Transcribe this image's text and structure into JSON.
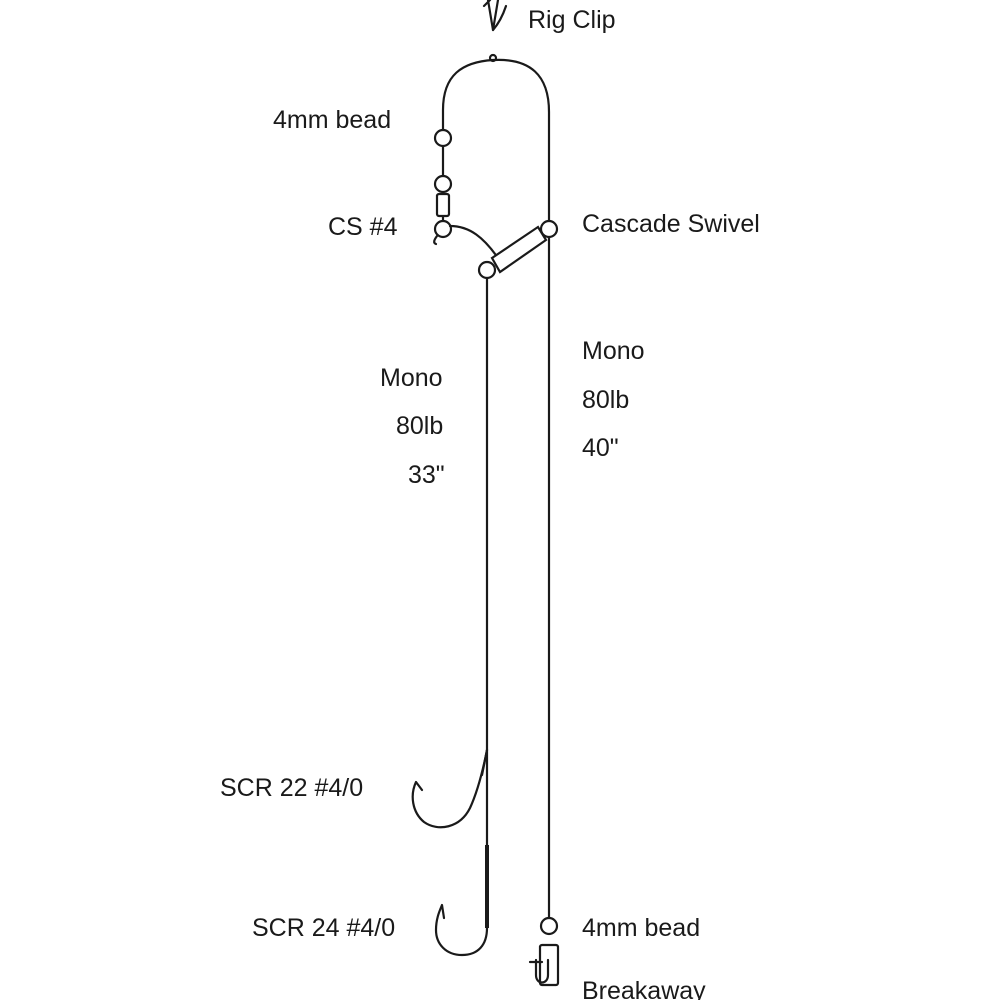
{
  "labels": {
    "rig_clip": "Rig Clip",
    "bead_top": "4mm bead",
    "cs": "CS #4",
    "cascade_swivel": "Cascade Swivel",
    "left_line": {
      "material": "Mono",
      "strength": "80lb",
      "length": "33\""
    },
    "right_line": {
      "material": "Mono",
      "strength": "80lb",
      "length": "40\""
    },
    "hook_upper": "SCR 22 #4/0",
    "hook_lower": "SCR 24 #4/0",
    "bead_bottom": "4mm bead",
    "breakaway": "Breakaway"
  }
}
